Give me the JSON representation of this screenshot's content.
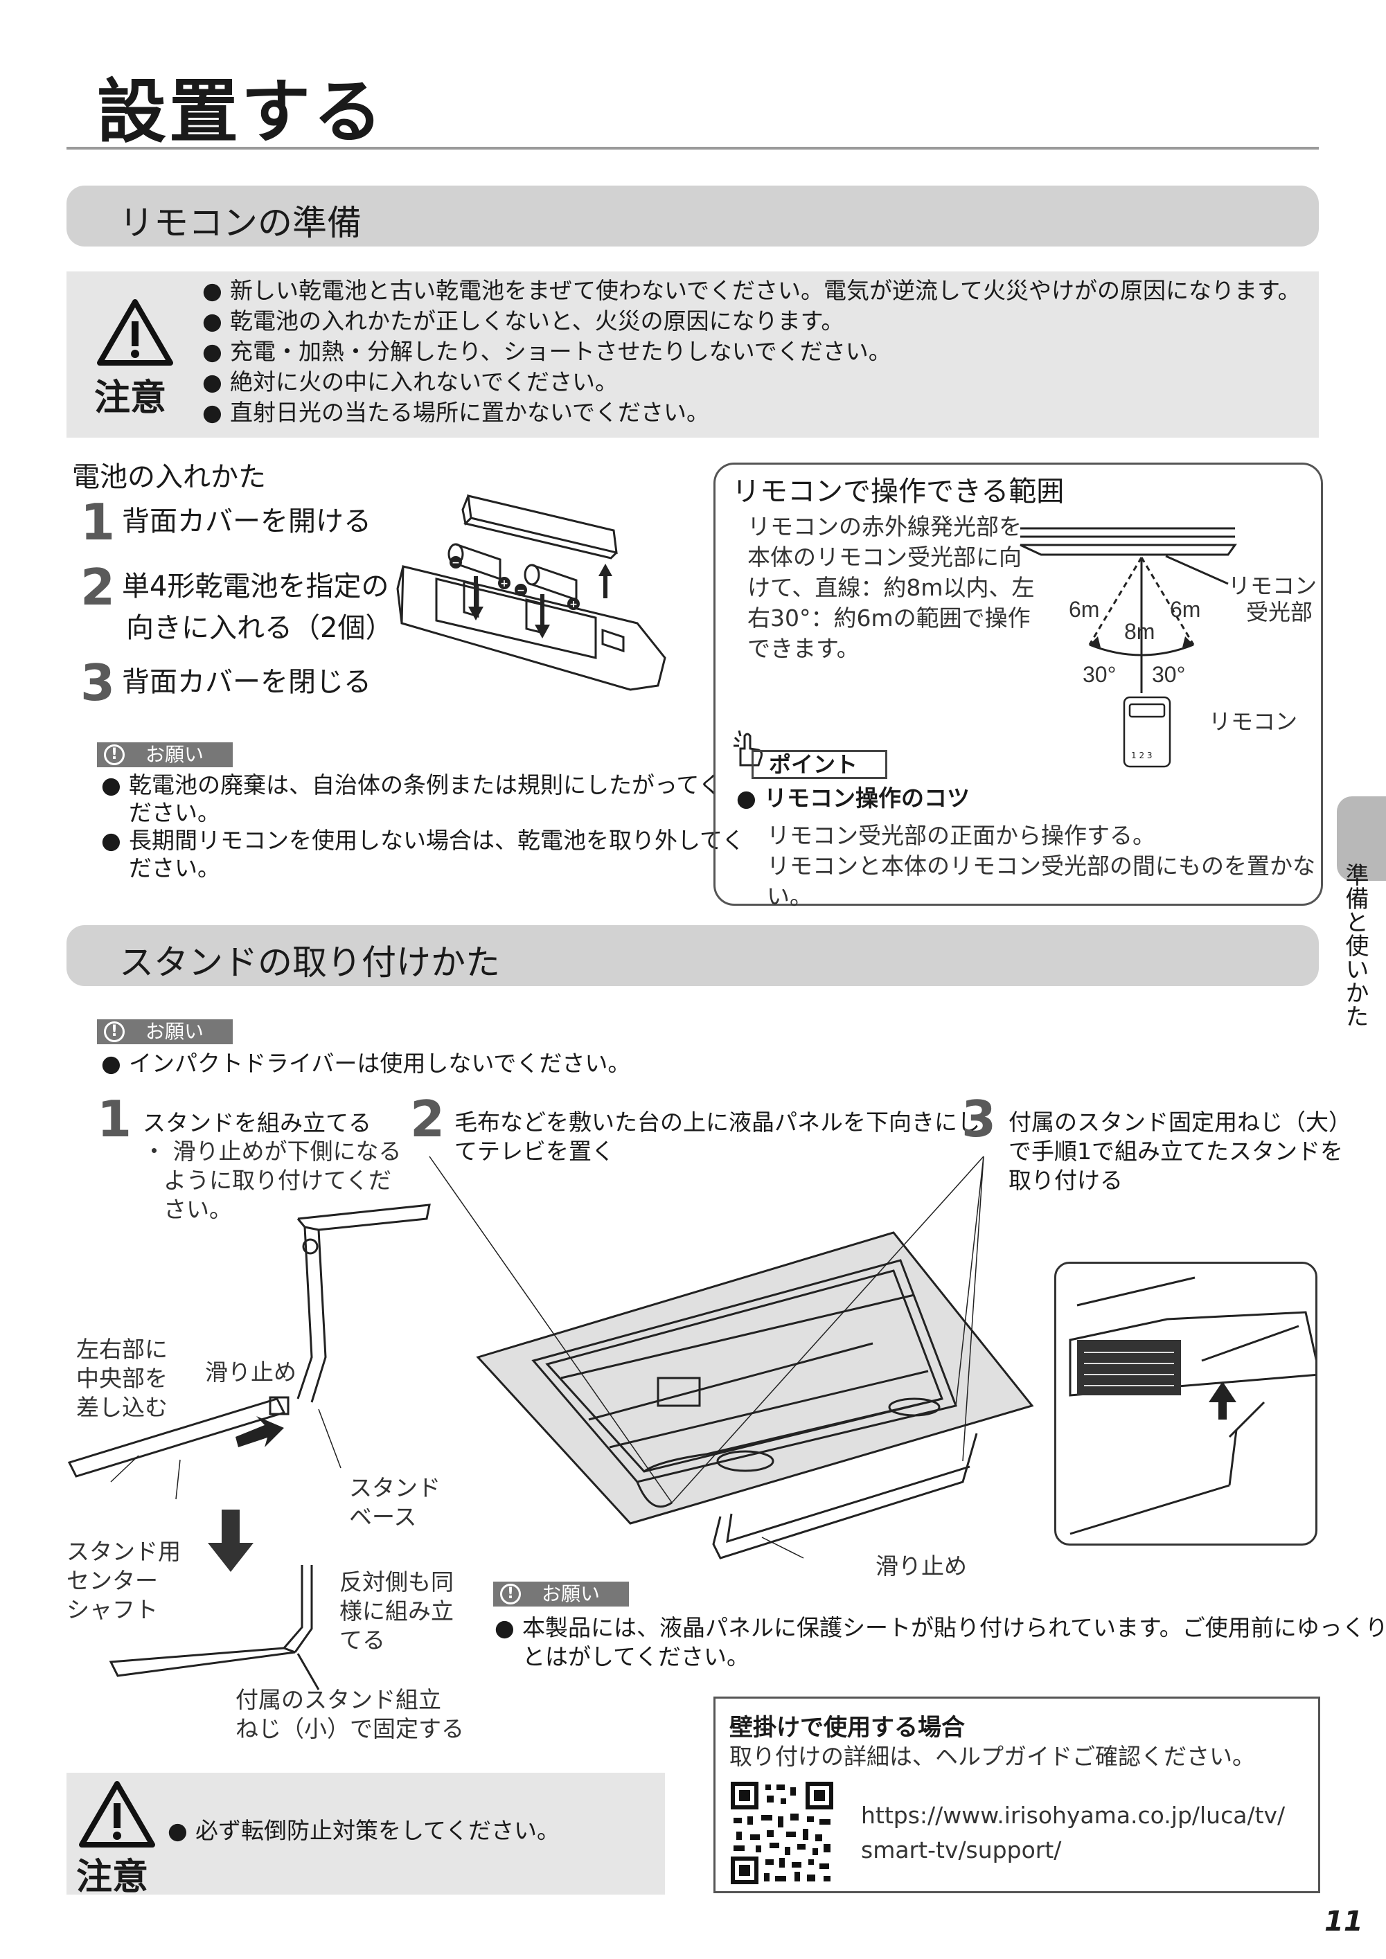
{
  "page": {
    "title": "設置する",
    "page_number": "11",
    "side_tab": "準備と使いかた"
  },
  "remote_prep": {
    "heading": "リモコンの準備",
    "caution_label": "注意",
    "caution_items": [
      "新しい乾電池と古い乾電池をまぜて使わないでください。電気が逆流して火災やけがの原因になります。",
      "乾電池の入れかたが正しくないと、火災の原因になります。",
      "充電・加熱・分解したり、ショートさせたりしないでください。",
      "絶対に火の中に入れないでください。",
      "直射日光の当たる場所に置かないでください。"
    ],
    "battery_title": "電池の入れかた",
    "steps": [
      {
        "num": "1",
        "line1": "背面カバーを開ける",
        "line2": ""
      },
      {
        "num": "2",
        "line1": "単4形乾電池を指定の",
        "line2": "向きに入れる（2個）"
      },
      {
        "num": "3",
        "line1": "背面カバーを閉じる",
        "line2": ""
      }
    ],
    "onegai_label": "お願い",
    "onegai_items": [
      [
        "乾電池の廃棄は、自治体の条例または規則にしたがってく",
        "ださい。"
      ],
      [
        "長期間リモコンを使用しない場合は、乾電池を取り外してく",
        "ださい。"
      ]
    ],
    "battery_symbols": {
      "minus": "−",
      "plus": "+"
    }
  },
  "range": {
    "title": "リモコンで操作できる範囲",
    "text_lines": [
      "リモコンの赤外線発光部を",
      "本体のリモコン受光部に向",
      "けて、直線：約8m以内、左",
      "右30°：約6mの範囲で操作",
      "できます。"
    ],
    "diagram": {
      "left_dist": "6m",
      "right_dist": "6m",
      "center_dist": "8m",
      "left_angle": "30°",
      "right_angle": "30°",
      "receiver_label_1": "リモコン",
      "receiver_label_2": "受光部",
      "remote_label": "リモコン",
      "remote_keys": "1 2 3"
    },
    "point_label": "ポイント",
    "tip_title": "リモコン操作のコツ",
    "tip_lines": [
      "リモコン受光部の正面から操作する。",
      "リモコンと本体のリモコン受光部の間にものを置かない。"
    ]
  },
  "stand": {
    "heading": "スタンドの取り付けかた",
    "onegai_label": "お願い",
    "onegai_item": "インパクトドライバーは使用しないでください。",
    "step1": {
      "num": "1",
      "title": "スタンドを組み立てる",
      "sub_lines": [
        "・ 滑り止めが下側になる",
        "ように取り付けてくだ",
        "さい。"
      ]
    },
    "step2": {
      "num": "2",
      "lines": [
        "毛布などを敷いた台の上に液晶パネルを下向きにし",
        "てテレビを置く"
      ]
    },
    "step3": {
      "num": "3",
      "lines": [
        "付属のスタンド固定用ねじ（大）",
        "で手順1で組み立てたスタンドを",
        "取り付ける"
      ]
    },
    "labels": {
      "insert": [
        "左右部に",
        "中央部を",
        "差し込む"
      ],
      "non_slip": "滑り止め",
      "stand_base": [
        "スタンド",
        "ベース"
      ],
      "center_shaft": [
        "スタンド用",
        "センター",
        "シャフト"
      ],
      "opposite": [
        "反対側も同",
        "様に組み立",
        "てる"
      ],
      "screw_small": [
        "付属のスタンド組立",
        "ねじ（小）で固定する"
      ],
      "non_slip_bottom": "滑り止め"
    },
    "onegai2_label": "お願い",
    "onegai2_lines": [
      "本製品には、液晶パネルに保護シートが貼り付けられています。ご使用前にゆっくり",
      "とはがしてください。"
    ],
    "caution_label": "注意",
    "caution_item": "必ず転倒防止対策をしてください。"
  },
  "wall": {
    "title": "壁掛けで使用する場合",
    "text": "取り付けの詳細は、ヘルプガイドご確認ください。",
    "url_line1": "https://www.irisohyama.co.jp/luca/tv/",
    "url_line2": "smart-tv/support/"
  },
  "colors": {
    "section_bar": "#d2d2d2",
    "caution_box": "#e6e6e6",
    "tag_gray": "#777777",
    "rule": "#9a9a9a"
  }
}
